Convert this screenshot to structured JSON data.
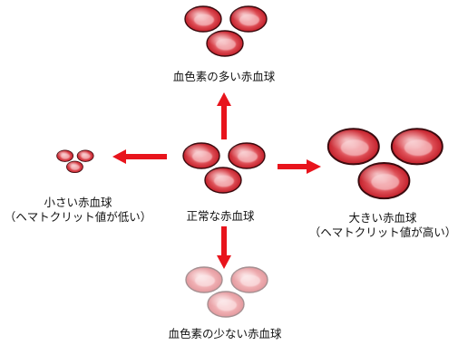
{
  "colors": {
    "cell_rim": "#cc2630",
    "cell_center": "#f2a3a8",
    "cell_outline": "#3a0a0e",
    "arrow": "#e8141c"
  },
  "labels": {
    "top": "血色素の多い赤血球",
    "center": "正常な赤血球",
    "left_line1": "小さい赤血球",
    "left_line2": "（ヘマトクリット値が低い）",
    "right_line1": "大きい赤血球",
    "right_line2": "（ヘマトクリット値が高い）",
    "bottom": "血色素の少ない赤血球"
  },
  "groups": [
    {
      "id": "top",
      "name": "high-hemoglobin",
      "opacity": 1
    },
    {
      "id": "center",
      "name": "normal",
      "opacity": 1
    },
    {
      "id": "left",
      "name": "small",
      "opacity": 1
    },
    {
      "id": "right",
      "name": "large",
      "opacity": 1
    },
    {
      "id": "bottom",
      "name": "low-hemoglobin",
      "opacity": 0.45
    }
  ],
  "arrows": [
    "up",
    "left",
    "right",
    "down"
  ]
}
